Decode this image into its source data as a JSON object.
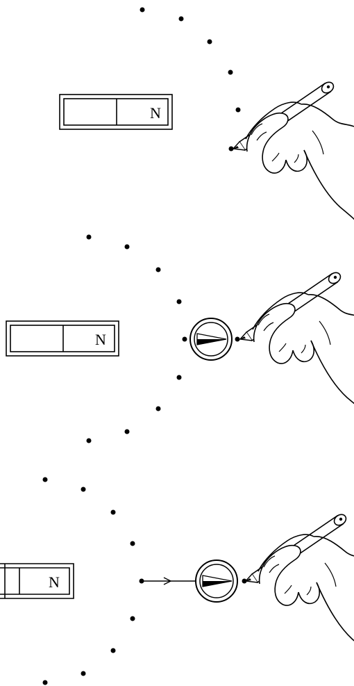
{
  "panels": [
    {
      "magnet_label": "N",
      "compass": false,
      "arrow": false
    },
    {
      "magnet_label": "N",
      "compass": true,
      "arrow": false
    },
    {
      "magnet_label": "N",
      "compass": true,
      "arrow": true
    }
  ],
  "icons": [
    "bar-magnet-icon",
    "compass-icon",
    "hand-with-pencil-icon",
    "arrow-icon"
  ]
}
